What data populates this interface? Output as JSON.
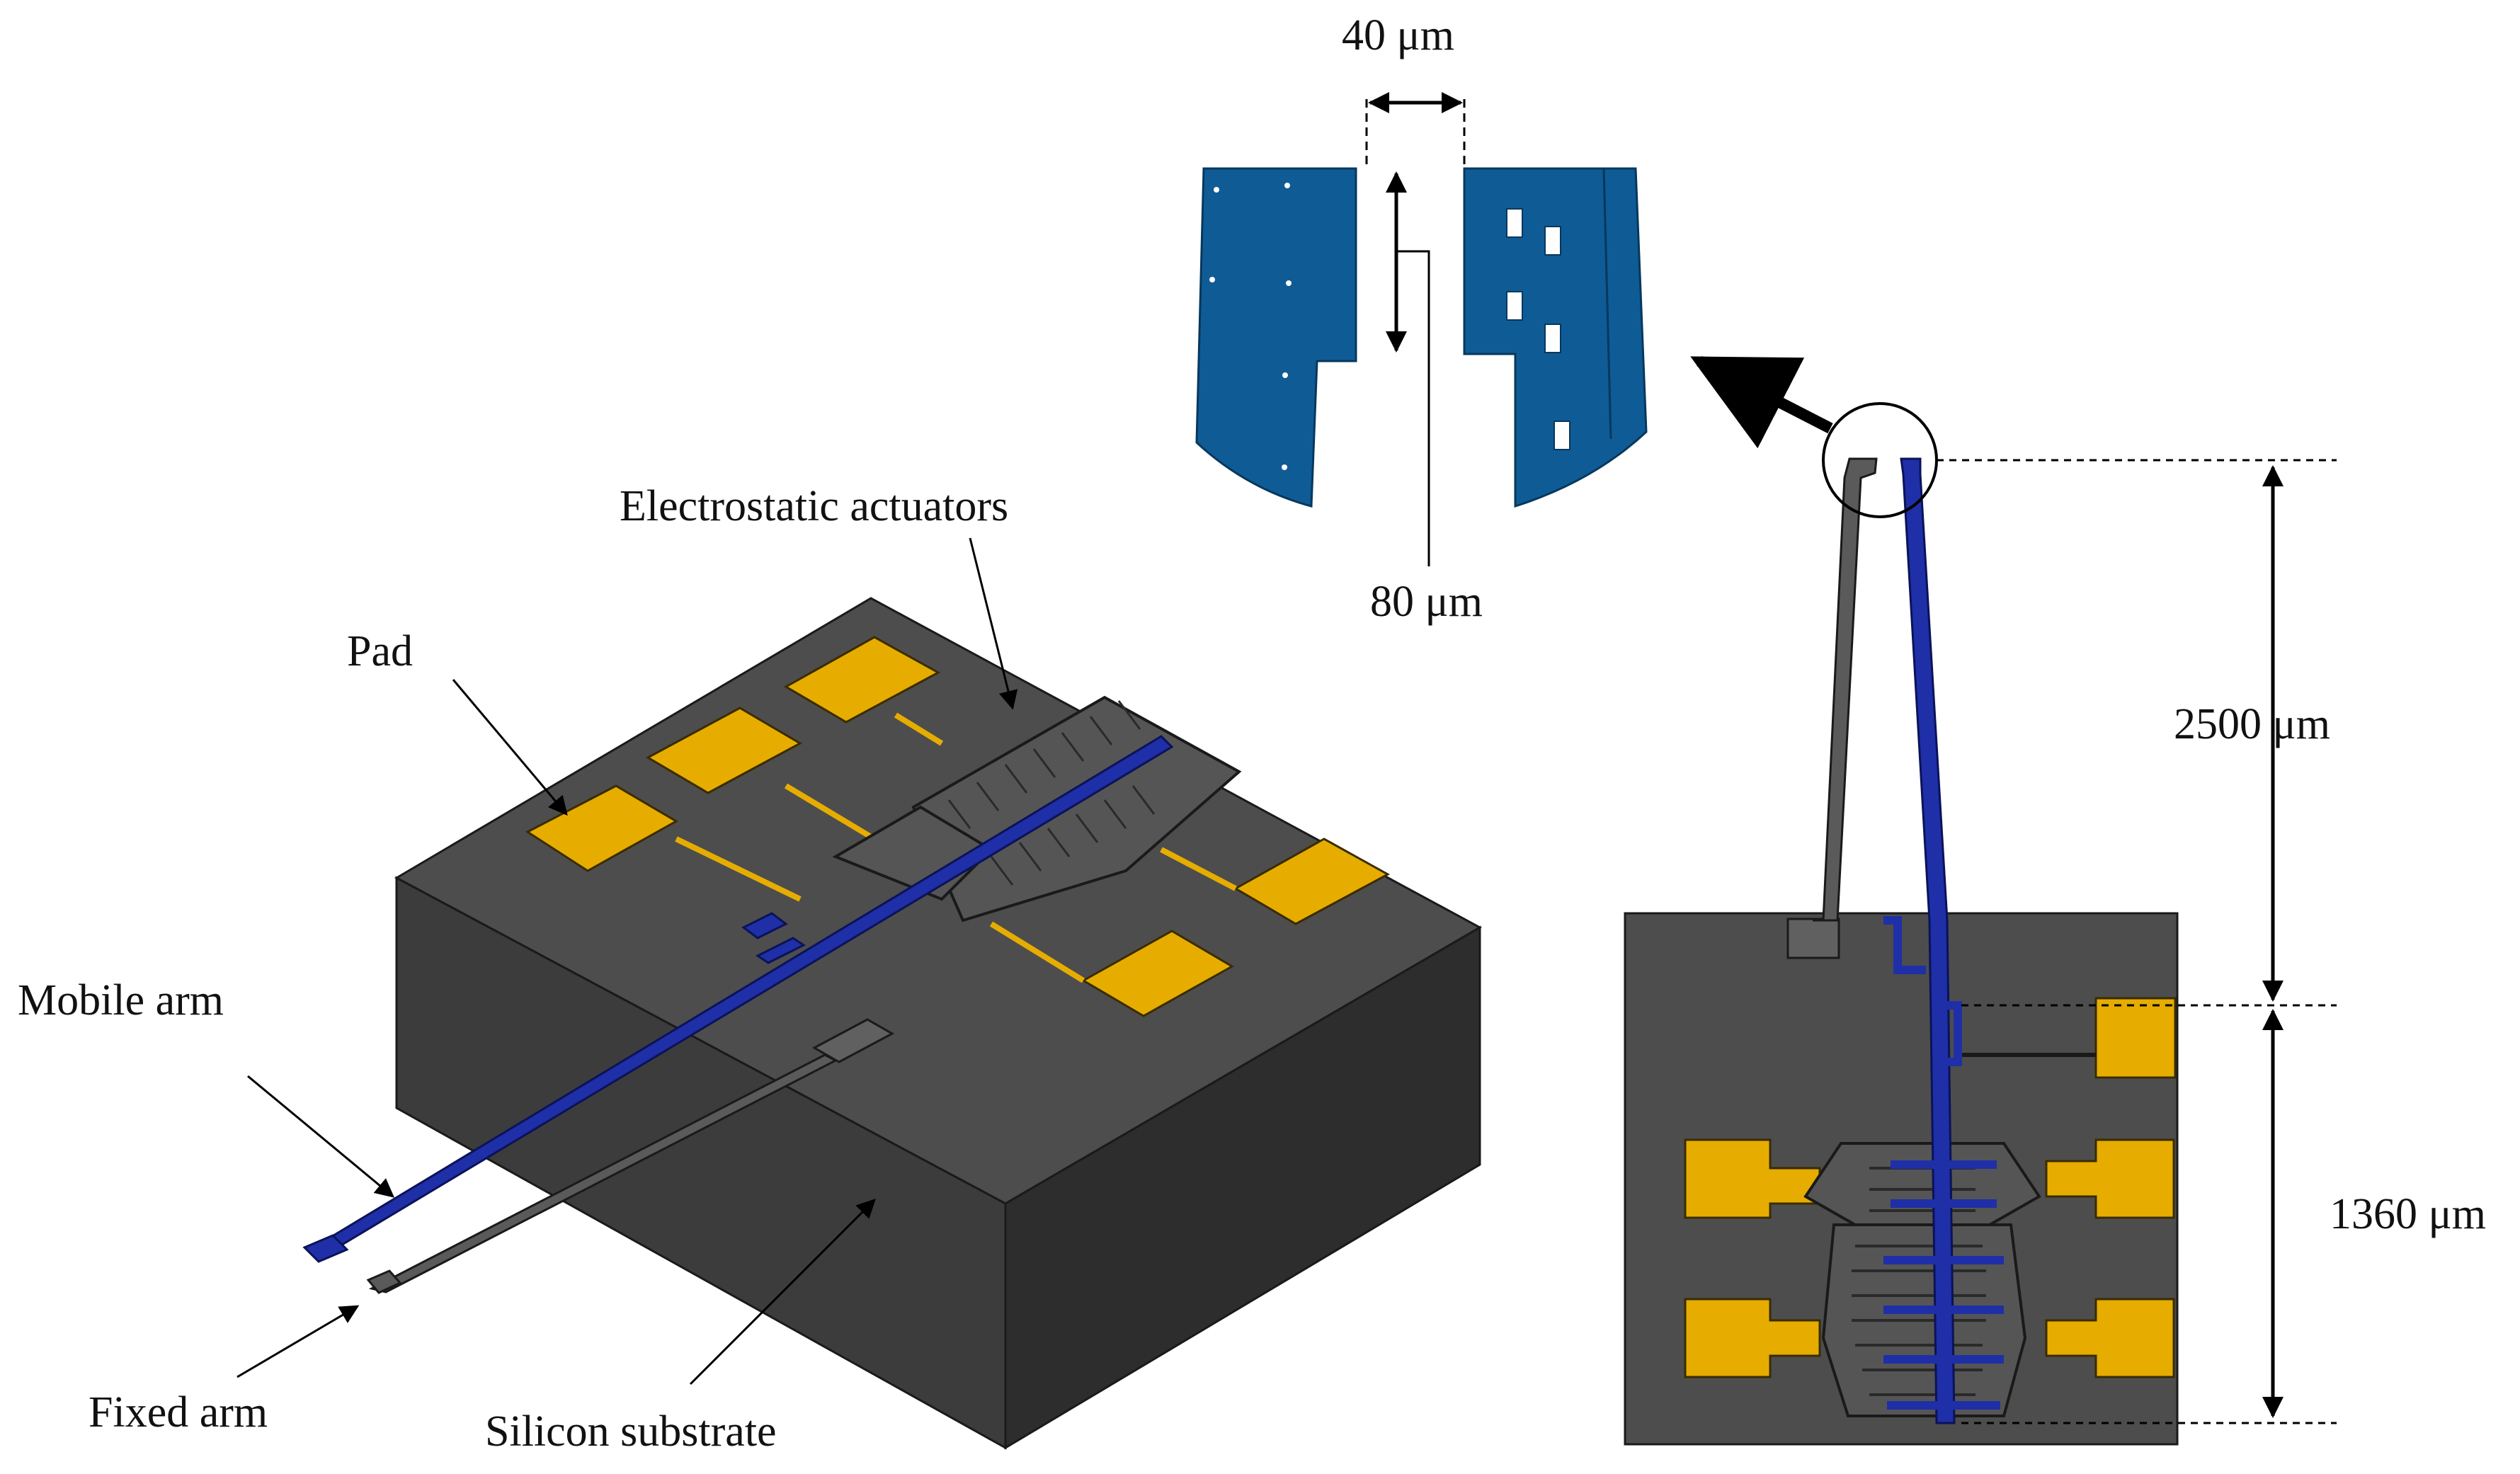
{
  "labels": {
    "electrostatic_actuators": "Electrostatic actuators",
    "pad": "Pad",
    "mobile_arm": "Mobile arm",
    "fixed_arm": "Fixed arm",
    "silicon_substrate": "Silicon substrate"
  },
  "dimensions": {
    "gap_width": "40 μm",
    "gap_depth": "80 μm",
    "arm_length": "2500 μm",
    "actuator_length": "1360 μm"
  },
  "colors": {
    "substrate_top": "#4d4d4d",
    "substrate_front": "#3c3c3c",
    "substrate_side": "#2f2f2f",
    "pad": "#e6ad00",
    "mobile_arm": "#1f2fa8",
    "fixed_arm": "#5a5a5a",
    "zoom_detail": "#0f5b96"
  }
}
